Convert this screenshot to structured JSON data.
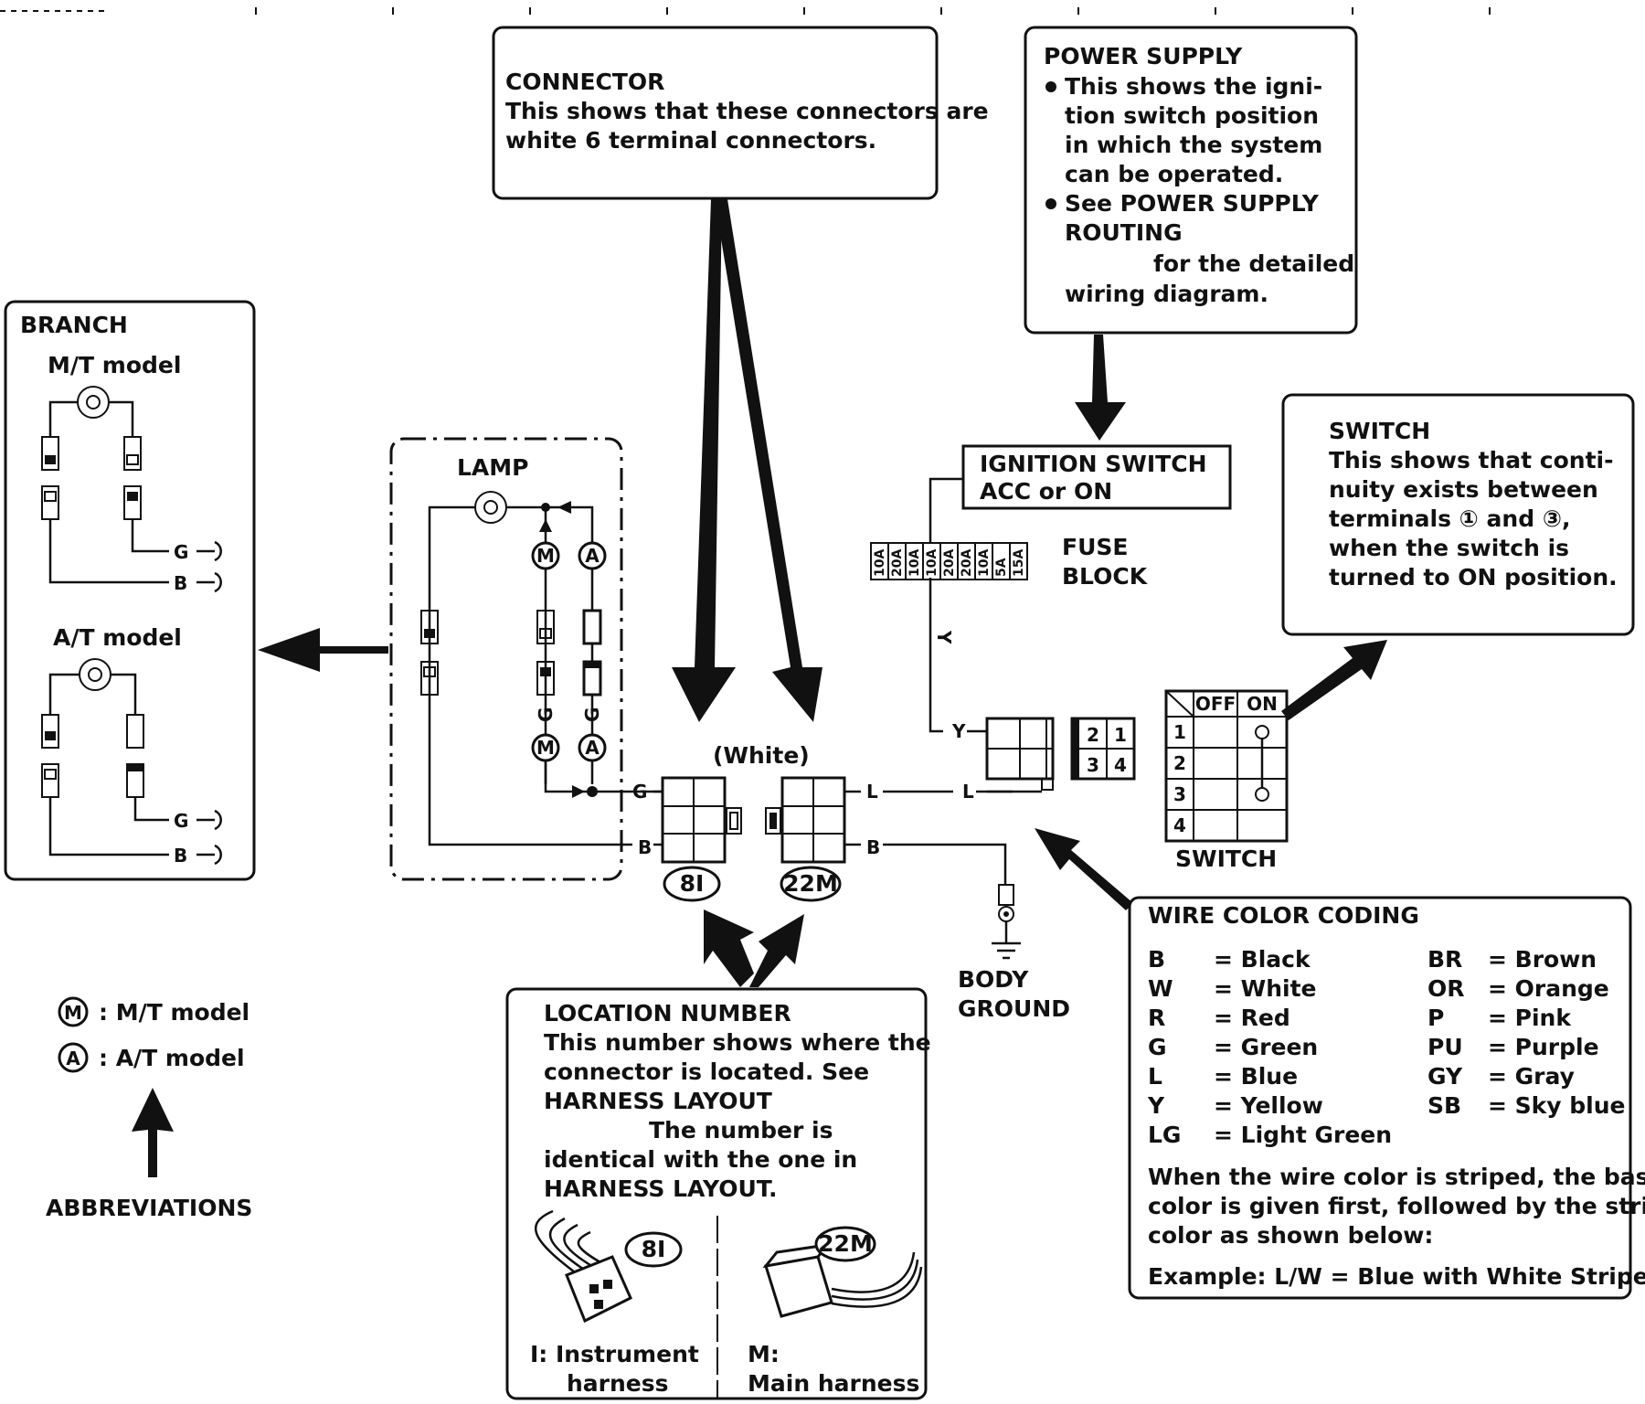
{
  "connector_box": {
    "title": "CONNECTOR",
    "lines": [
      "This shows that these connectors are",
      "white 6 terminal connectors."
    ]
  },
  "power_supply_box": {
    "title": "POWER SUPPLY",
    "lines": [
      "This shows the igni-",
      "tion switch position",
      "in which the system",
      "can be operated.",
      "See POWER SUPPLY",
      "ROUTING",
      "for the detailed",
      "wiring diagram."
    ]
  },
  "branch_box": {
    "title": "BRANCH",
    "mt_label": "M/T model",
    "at_label": "A/T model",
    "wire_g": "G",
    "wire_b": "B"
  },
  "lamp_box": {
    "title": "LAMP",
    "m_symbol": "M",
    "a_symbol": "A",
    "wire_g": "G"
  },
  "ignition": {
    "line1": "IGNITION SWITCH",
    "line2": "ACC or ON"
  },
  "fuse_block": {
    "line1": "FUSE",
    "line2": "BLOCK",
    "fuses": [
      "10A",
      "20A",
      "10A",
      "10A",
      "20A",
      "20A",
      "10A",
      "5A",
      "15A"
    ]
  },
  "wires": {
    "y": "Y",
    "l": "L",
    "g": "G",
    "b": "B"
  },
  "switch_callout": {
    "title": "SWITCH",
    "lines": [
      "This shows that conti-",
      "nuity exists between",
      "terminals ① and ③,",
      "when the switch is",
      "turned to ON position."
    ]
  },
  "switch_table": {
    "caption": "SWITCH",
    "col_off": "OFF",
    "col_on": "ON",
    "rows": [
      "1",
      "2",
      "3",
      "4"
    ]
  },
  "connector_terminals": [
    "2",
    "1",
    "3",
    "4"
  ],
  "white_label": "(White)",
  "location_ids": [
    "8I",
    "22M"
  ],
  "body_ground": {
    "line1": "BODY",
    "line2": "GROUND"
  },
  "location_box": {
    "title": "LOCATION NUMBER",
    "lines": [
      "This number shows where the",
      "connector is located.  See",
      "HARNESS LAYOUT",
      "The number is",
      "identical with the one in",
      "HARNESS LAYOUT."
    ],
    "left_id": "8I",
    "right_id": "22M",
    "left_caption_1": "I:  Instrument",
    "left_caption_2": "harness",
    "right_caption_1": "M:",
    "right_caption_2": "Main harness"
  },
  "abbreviations": {
    "m_symbol": "M",
    "m_text": ":  M/T model",
    "a_symbol": "A",
    "a_text": ":  A/T model",
    "label": "ABBREVIATIONS"
  },
  "color_coding": {
    "title": "WIRE COLOR CODING",
    "left": [
      {
        "code": "B",
        "name": "= Black"
      },
      {
        "code": "W",
        "name": "= White"
      },
      {
        "code": "R",
        "name": "= Red"
      },
      {
        "code": "G",
        "name": "= Green"
      },
      {
        "code": "L",
        "name": "= Blue"
      },
      {
        "code": "Y",
        "name": "= Yellow"
      },
      {
        "code": "LG",
        "name": "= Light Green"
      }
    ],
    "right": [
      {
        "code": "BR",
        "name": "= Brown"
      },
      {
        "code": "OR",
        "name": "= Orange"
      },
      {
        "code": "P",
        "name": "= Pink"
      },
      {
        "code": "PU",
        "name": "= Purple"
      },
      {
        "code": "GY",
        "name": "= Gray"
      },
      {
        "code": "SB",
        "name": "= Sky blue"
      }
    ],
    "note": [
      "When the wire color is striped, the base",
      "color is given first, followed by the stripe",
      "color as shown below:"
    ],
    "example": "Example:  L/W = Blue with White Stripe"
  }
}
